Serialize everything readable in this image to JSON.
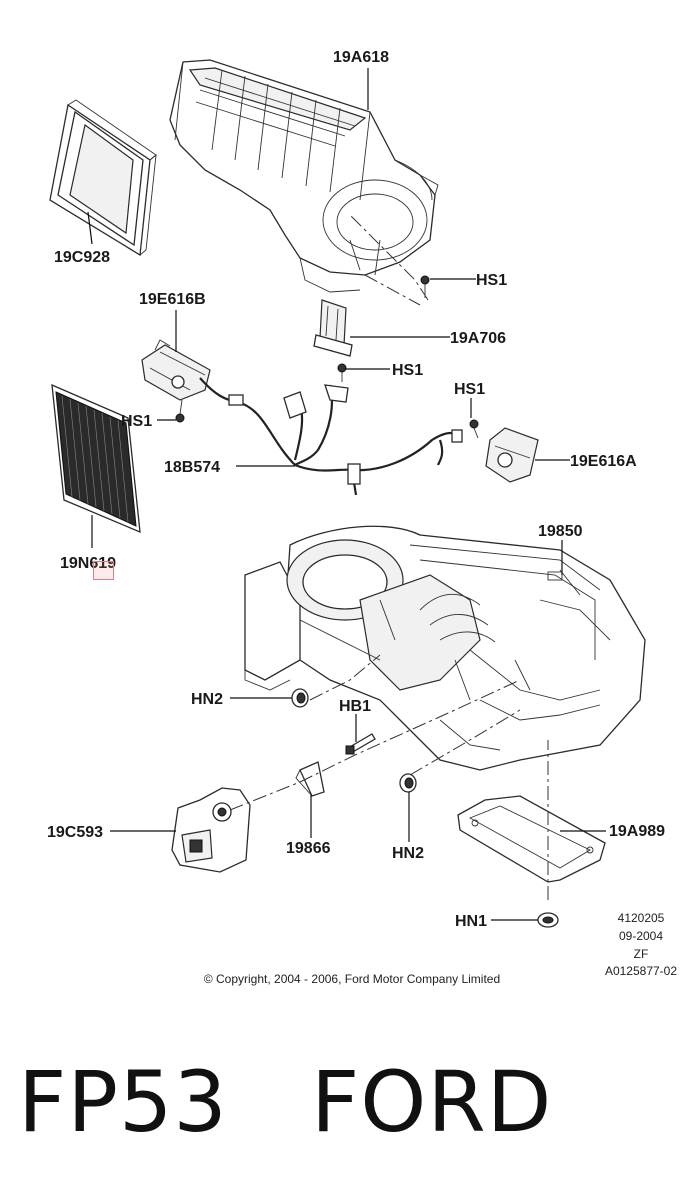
{
  "callouts": {
    "c19A618": "19A618",
    "c19C928": "19C928",
    "cHS1_a": "HS1",
    "c19E616B": "19E616B",
    "c19A706": "19A706",
    "cHS1_b": "HS1",
    "cHS1_c": "HS1",
    "cHS1_d": "HS1",
    "c18B574": "18B574",
    "c19E616A": "19E616A",
    "c19850": "19850",
    "c19N619": "19N619",
    "cHN2_a": "HN2",
    "cHB1": "HB1",
    "c19C593": "19C593",
    "c19866": "19866",
    "cHN2_b": "HN2",
    "c19A989": "19A989",
    "cHN1": "HN1"
  },
  "metadata": {
    "code": "4120205",
    "date": "09-2004",
    "initials": "ZF",
    "ref": "A0125877-02"
  },
  "copyright": "© Copyright, 2004 - 2006, Ford Motor Company Limited",
  "bottom_title": "FP53   FORD",
  "colors": {
    "line": "#2b2b2b",
    "highlight": "#e08080"
  }
}
